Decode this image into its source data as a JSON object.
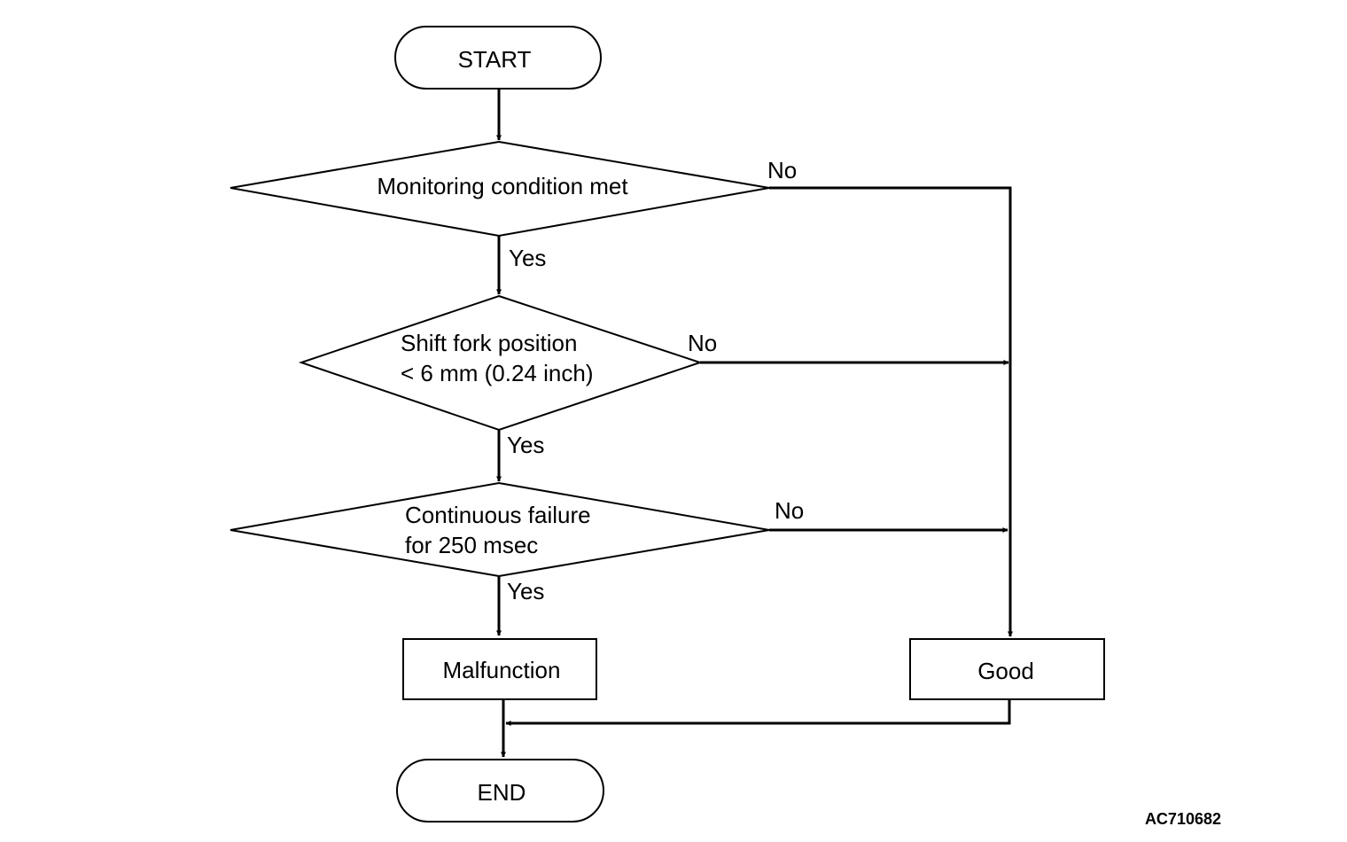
{
  "nodes": {
    "start": "START",
    "decision1": "Monitoring condition met",
    "decision2": [
      "Shift fork position",
      "< 6 mm (0.24 inch)"
    ],
    "decision3": [
      "Continuous failure",
      "for 250 msec"
    ],
    "malfunction": "Malfunction",
    "good": "Good",
    "end": "END"
  },
  "edges": {
    "d1_yes": "Yes",
    "d1_no": "No",
    "d2_yes": "Yes",
    "d2_no": "No",
    "d3_yes": "Yes",
    "d3_no": "No"
  },
  "figure_code": "AC710682"
}
